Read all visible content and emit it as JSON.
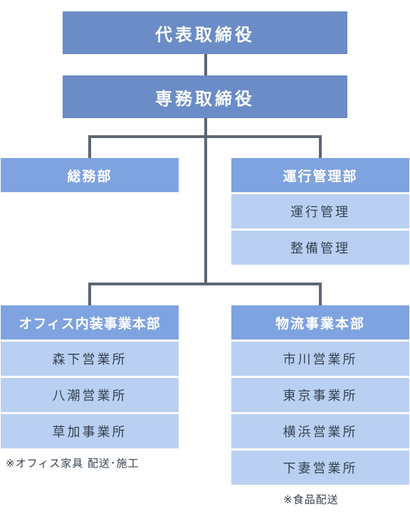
{
  "org": {
    "ceo": "代表取締役",
    "md": "専務取締役",
    "general_affairs": "総務部",
    "ops_mgmt": {
      "title": "運行管理部",
      "items": [
        "運行管理",
        "整備管理"
      ]
    },
    "office": {
      "title": "オフィス内装事業本部",
      "items": [
        "森下営業所",
        "八潮営業所",
        "草加事業所"
      ],
      "note": "※オフィス家具 配送･施工"
    },
    "logistics": {
      "title": "物流事業本部",
      "items": [
        "市川営業所",
        "東京事業所",
        "横浜営業所",
        "下妻営業所"
      ],
      "note": "※食品配送"
    }
  },
  "colors": {
    "top_box": "#6b8cc6",
    "dept_box": "#7fa3e0",
    "sub_box": "#b9d0f2",
    "connector": "#5d6673"
  }
}
